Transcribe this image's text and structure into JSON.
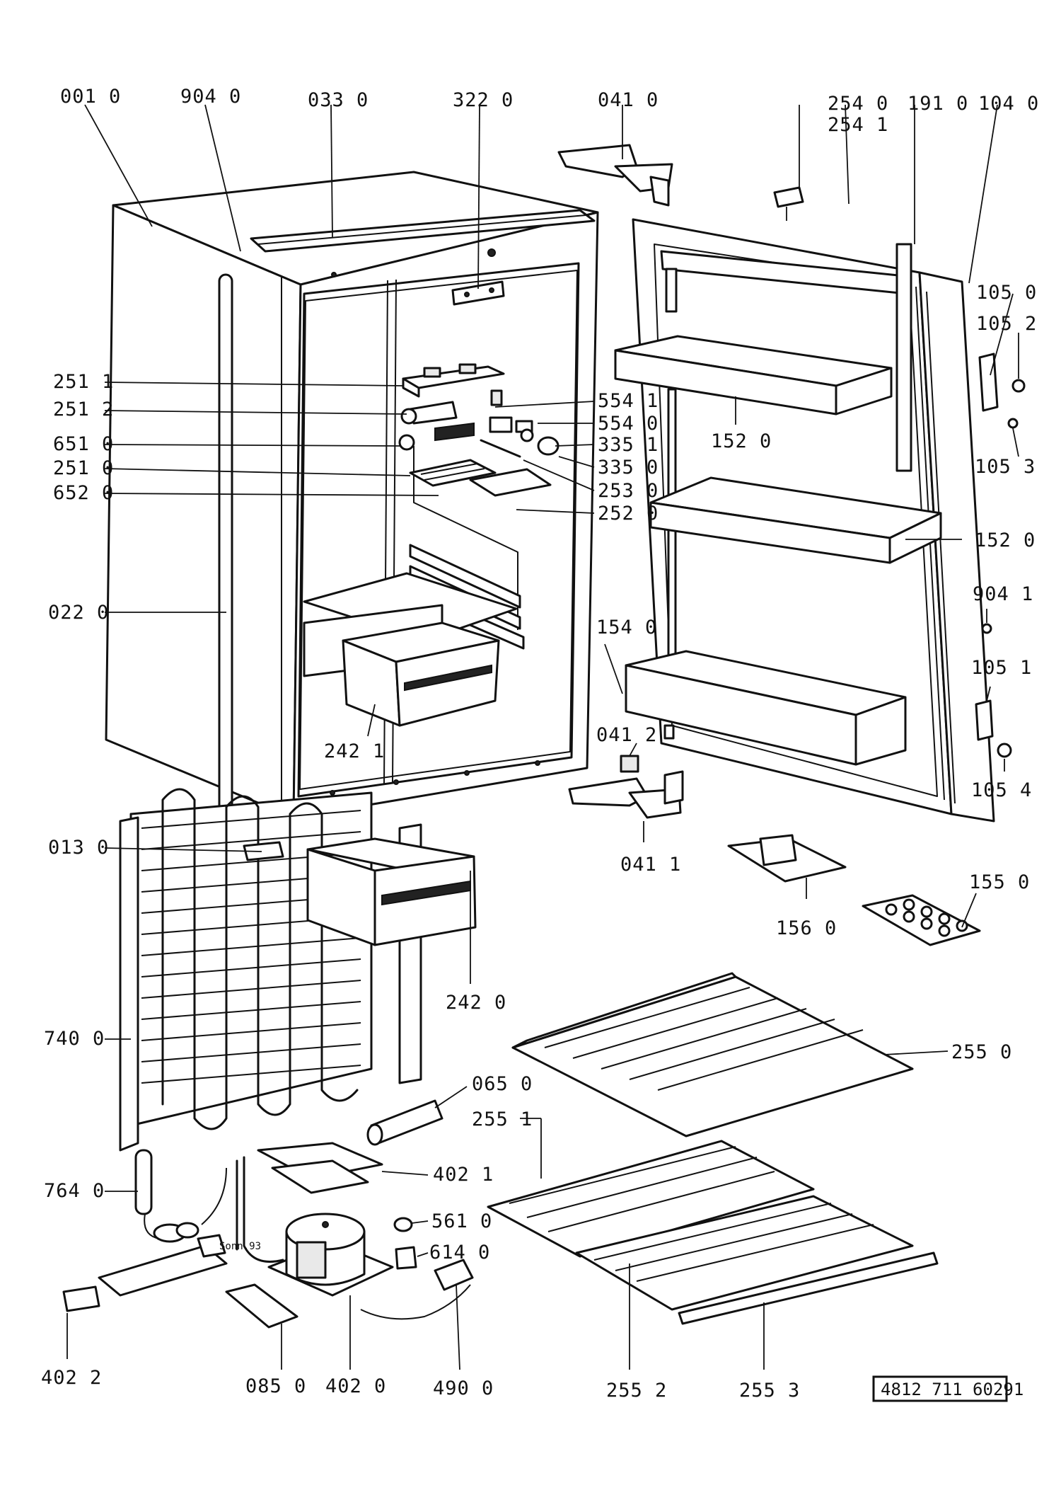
{
  "document_id": "4812 711 60291",
  "annotation": "Sonn.93",
  "labels": {
    "p001_0": "001 0",
    "p904_0": "904 0",
    "p033_0": "033 0",
    "p322_0": "322 0",
    "p041_0": "041 0",
    "p254_0": "254 0",
    "p254_1": "254 1",
    "p191_0": "191 0",
    "p104_0": "104 0",
    "p105_0": "105 0",
    "p105_2": "105 2",
    "p105_3": "105 3",
    "p251_1": "251 1",
    "p251_2": "251 2",
    "p651_0": "651 0",
    "p251_0": "251 0",
    "p652_0": "652 0",
    "p554_1": "554 1",
    "p554_0": "554 0",
    "p335_1": "335 1",
    "p335_0": "335 0",
    "p253_0": "253 0",
    "p252_0": "252 0",
    "p152_0a": "152 0",
    "p152_0b": "152 0",
    "p022_0": "022 0",
    "p154_0": "154 0",
    "p904_1": "904 1",
    "p105_1": "105 1",
    "p242_1": "242 1",
    "p041_2": "041 2",
    "p105_4": "105 4",
    "p013_0": "013 0",
    "p041_1": "041 1",
    "p156_0": "156 0",
    "p155_0": "155 0",
    "p242_0": "242 0",
    "p740_0": "740 0",
    "p255_0": "255 0",
    "p065_0": "065 0",
    "p255_1": "255 1",
    "p402_1": "402 1",
    "p764_0": "764 0",
    "p561_0": "561 0",
    "p614_0": "614 0",
    "p402_2": "402 2",
    "p085_0": "085 0",
    "p402_0": "402 0",
    "p490_0": "490 0",
    "p255_2": "255 2",
    "p255_3": "255 3"
  }
}
